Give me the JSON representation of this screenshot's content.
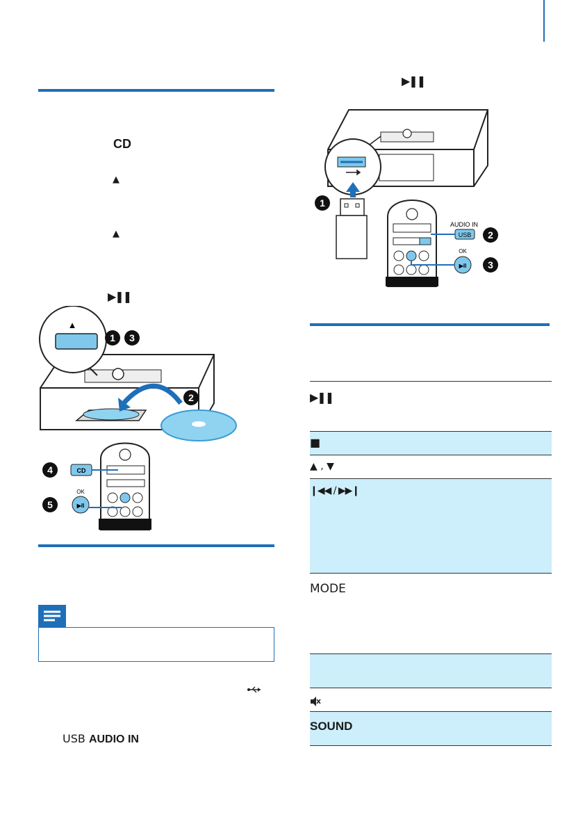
{
  "left": {
    "cd_label": "CD",
    "eject_1": "▲",
    "eject_2": "▲",
    "play_pause": "▶❚❚",
    "illus_cd": {
      "step1": "1",
      "step2": "2",
      "step3": "3",
      "step4": "4",
      "step5": "5",
      "cd_button": "CD",
      "ok_label": "OK",
      "play_button": "▶II",
      "eject": "▲"
    },
    "note_icon": "note-icon",
    "usb_icon": "usb-icon",
    "usb_text": "USB",
    "audio_in_text": "AUDIO IN"
  },
  "right": {
    "play_pause": "▶❚❚",
    "illus_usb": {
      "step1": "1",
      "step2": "2",
      "step3": "3",
      "audio_in": "AUDIO IN",
      "usb_button": "USB",
      "ok_label": "OK",
      "play_button": "▶II"
    },
    "table": [
      {
        "key": "▶❚❚"
      },
      {
        "key": "■"
      },
      {
        "key": "▲ , ▼"
      },
      {
        "key": "❙◀◀ / ▶▶❙"
      },
      {
        "key": "MODE"
      },
      {
        "key": ""
      },
      {
        "key": "mute-icon"
      },
      {
        "key": "SOUND"
      }
    ]
  },
  "colors": {
    "accent": "#1e6fb8",
    "highlight": "#cdeefb",
    "button_fill": "#7fc8ec"
  }
}
